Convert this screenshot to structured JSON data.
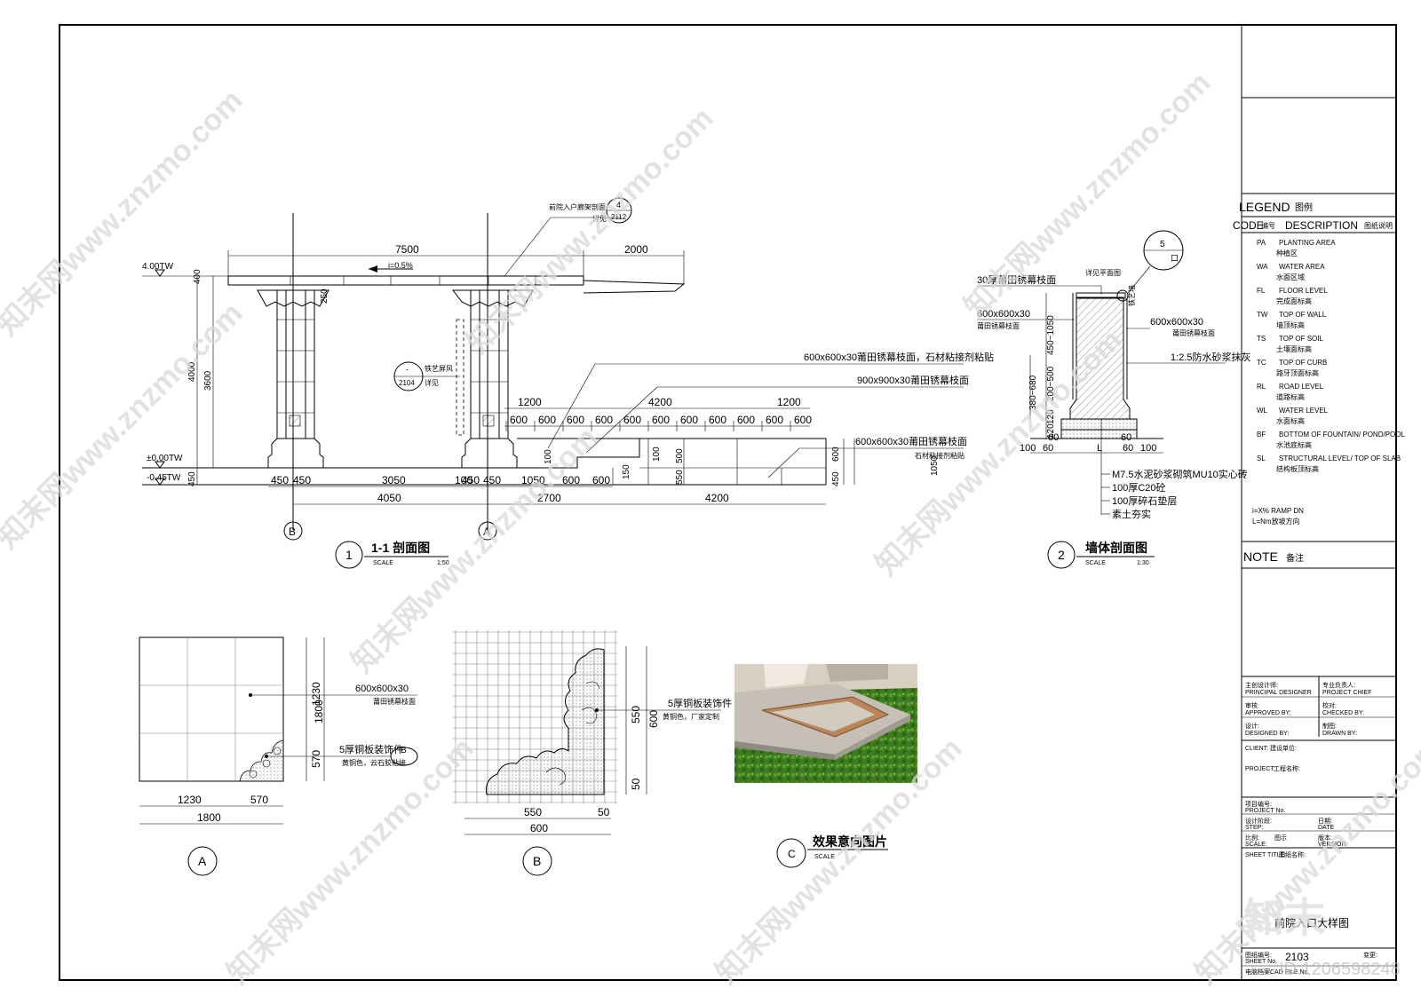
{
  "section11": {
    "dims_top": [
      "7500",
      "2000"
    ],
    "slope": "i=0.5%",
    "level_top": "4.00TW",
    "level_zero": "±0.00TW",
    "level_neg": "-0.45TW",
    "dims_left": [
      "400",
      "4000",
      "3600",
      "450"
    ],
    "dim_250": "250",
    "callout_top_text": "前院入户廊架剖面",
    "callout_top_detail": "详见",
    "callout_top_num": "4",
    "callout_top_sheet": "2112",
    "callout_mid_text": "铁艺屏风",
    "callout_mid_detail": "详见",
    "callout_mid_num": "-",
    "callout_mid_sheet": "2104",
    "note1": "600x600x30莆田锈幕枝面，石材粘接剂粘贴",
    "note2": "900x900x30莆田锈幕枝面",
    "note3a": "600x600x30莆田锈幕枝面",
    "note3b": "石材粘接剂粘贴",
    "step_dims_top": [
      "1200",
      "4200",
      "1200"
    ],
    "step_dims_600": [
      "600",
      "600",
      "600",
      "600",
      "600",
      "600",
      "600",
      "600",
      "600",
      "600",
      "600"
    ],
    "step_dims_right": [
      "600",
      "450",
      "1050"
    ],
    "step_dims_mid": [
      "100",
      "500",
      "550",
      "150",
      "100"
    ],
    "bottom_row1": [
      "450",
      "450",
      "3050",
      "100",
      "450",
      "450",
      "1050",
      "600",
      "600"
    ],
    "bottom_row2": [
      "4050",
      "2700",
      "4200"
    ],
    "axis_b": "B",
    "axis_a": "A",
    "title_num": "1",
    "title": "1-1 剖面图",
    "scale_label": "SCALE",
    "scale": "1:50"
  },
  "wall": {
    "note1": "30厚莆田锈幕枝面",
    "note_plan": "详见平面图",
    "note2a": "600x600x30",
    "note2b": "莆田锈幕枝面",
    "note3a": "600x600x30",
    "note3b": "莆田锈幕枝面",
    "note4": "1:2.5防水砂浆抹灰",
    "note_side": "铁艺墙",
    "dims_left": [
      "450~1050",
      "380~680",
      "200~500",
      "120",
      "120"
    ],
    "dims_bottom": [
      "100",
      "60",
      "L",
      "60",
      "100"
    ],
    "dim_60a": "60",
    "dim_60b": "60",
    "layers": [
      "M7.5水泥砂浆砌筑MU10实心砖",
      "100厚C20砼",
      "100厚碎石垫层",
      "素土夯实"
    ],
    "callout_num": "5",
    "callout_detail": "口",
    "title_num": "2",
    "title": "墙体剖面图",
    "scale_label": "SCALE",
    "scale": "1:30"
  },
  "detailA": {
    "dims_right": [
      "1230",
      "570",
      "1800"
    ],
    "dims_bottom": [
      "1230",
      "570",
      "1800"
    ],
    "note1a": "600x600x30",
    "note1b": "莆田锈幕枝面",
    "note2a": "5厚铜板装饰件",
    "note2b": "黄铜色，云石胶粘接",
    "ref": "B",
    "label": "A"
  },
  "detailB": {
    "dims_right": [
      "550",
      "50",
      "600"
    ],
    "dims_bottom": [
      "550",
      "50",
      "600"
    ],
    "note_a": "5厚铜板装饰件",
    "note_b": "黄铜色，厂家定制",
    "label": "B"
  },
  "detailC": {
    "label": "C",
    "title": "效果意向图片",
    "scale_label": "SCALE"
  },
  "titleblock": {
    "legend_title": "LEGEND",
    "legend_cn": "图例",
    "code": "CODE",
    "code_cn": "编号",
    "description": "DESCRIPTION",
    "description_cn": "图纸说明",
    "legend": [
      {
        "code": "PA",
        "en": "PLANTING AREA",
        "cn": "种植区"
      },
      {
        "code": "WA",
        "en": "WATER AREA",
        "cn": "水面区域"
      },
      {
        "code": "FL",
        "en": "FLOOR LEVEL",
        "cn": "完成面标高"
      },
      {
        "code": "TW",
        "en": "TOP OF WALL",
        "cn": "墙顶标高"
      },
      {
        "code": "TS",
        "en": "TOP OF SOIL",
        "cn": "土壤面标高"
      },
      {
        "code": "TC",
        "en": "TOP OF CURB",
        "cn": "路牙顶面标高"
      },
      {
        "code": "RL",
        "en": "ROAD LEVEL",
        "cn": "道路标高"
      },
      {
        "code": "WL",
        "en": "WATER LEVEL",
        "cn": "水面标高"
      },
      {
        "code": "BF",
        "en": "BOTTOM OF FOUNTAIN/ POND/POOL",
        "cn": "水池底标高"
      },
      {
        "code": "SL",
        "en": "STRUCTURAL LEVEL/ TOP OF SLAB",
        "cn": "结构板顶标高"
      }
    ],
    "ramp1": "i=X% RAMP DN",
    "ramp2": "L=Nm放坡方向",
    "note_title": "NOTE",
    "note_cn": "备注",
    "designer_cn": "主创设计师:",
    "designer_en": "PRINCIPAL DESIGNER",
    "chief_cn": "专业负责人:",
    "chief_en": "PROJECT CHIEF",
    "approved_cn": "审核:",
    "approved_en": "APPROVED BY:",
    "checked_cn": "校对:",
    "checked_en": "CHECKED BY:",
    "designed_cn": "设计:",
    "designed_en": "DESIGNED BY:",
    "drawn_cn": "制图:",
    "drawn_en": "DRAWN BY:",
    "client_en": "CLIENT:",
    "client_cn": "建设单位:",
    "project_en": "PROJECT:",
    "project_cn": "工程名称:",
    "projno_cn": "项目编号:",
    "projno_en": "PROJECT No.",
    "stage_cn": "设计阶段:",
    "stage_en": "STEP:",
    "date_cn": "日期:",
    "date_en": "DATE",
    "scale_cn": "比例:",
    "scale_en": "SCALE:",
    "scale_val": "图示",
    "version_cn": "版本:",
    "version_en": "VERSION",
    "sheettitle_en": "SHEET TITLE:",
    "sheettitle_cn": "图纸名称:",
    "sheet_name": "前院入口大样图",
    "sheetno_cn": "图纸编号:",
    "sheetno_en": "SHEET No.",
    "sheet_no": "2103",
    "change_cn": "变更:",
    "cad_cn": "电脑档案:",
    "cad_en": "CAD FILE No."
  },
  "watermark": {
    "text": "知末网www.znzmo.com",
    "logo": "知末",
    "id": "ID:1206598248"
  }
}
